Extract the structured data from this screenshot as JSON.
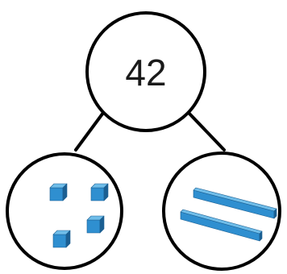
{
  "number_bond": {
    "whole": "42",
    "parts": [
      {
        "type": "ones",
        "count": 4,
        "icon": "unit-cube-icon"
      },
      {
        "type": "tens",
        "count": 2,
        "icon": "ten-rod-icon"
      }
    ]
  },
  "colors": {
    "block_front": "#2f8fd0",
    "block_top": "#6fbde9",
    "block_side": "#1b5f92",
    "outline": "#000000"
  }
}
